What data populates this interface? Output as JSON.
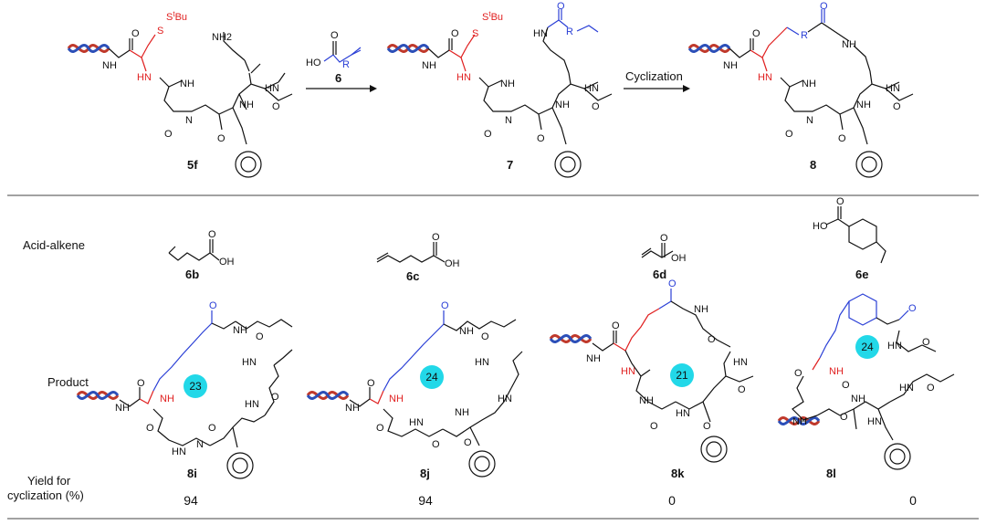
{
  "scheme": {
    "reagent_label": "6",
    "cyclization_label": "Cyclization",
    "compounds": [
      {
        "id": "5f",
        "label": "5f"
      },
      {
        "id": "7",
        "label": "7"
      },
      {
        "id": "8",
        "label": "8"
      }
    ],
    "stbu": {
      "s": "S",
      "sup": "t",
      "bu": "Bu"
    },
    "nh2": "NH2"
  },
  "table": {
    "row_headers": {
      "acid": "Acid-alkene",
      "product": "Product",
      "yield_line1": "Yield for",
      "yield_line2": "cyclization (%)"
    },
    "columns": [
      {
        "acid": "6b",
        "product": "8i",
        "ring": "23",
        "yield": "94"
      },
      {
        "acid": "6c",
        "product": "8j",
        "ring": "24",
        "yield": "94"
      },
      {
        "acid": "6d",
        "product": "8k",
        "ring": "21",
        "yield": "0"
      },
      {
        "acid": "6e",
        "product": "8l",
        "ring": "24",
        "yield": "0"
      }
    ]
  },
  "atoms": {
    "o": "O",
    "h": "H",
    "oh": "OH",
    "ho": "HO",
    "nh": "NH",
    "hn": "HN",
    "n": "N",
    "s": "S",
    "r": "R"
  },
  "colors": {
    "red": "#e02020",
    "blue": "#2a3fd6",
    "cyan": "#22d8e8",
    "dna_red": "#c0392b",
    "dna_blue": "#2c4fb8"
  }
}
